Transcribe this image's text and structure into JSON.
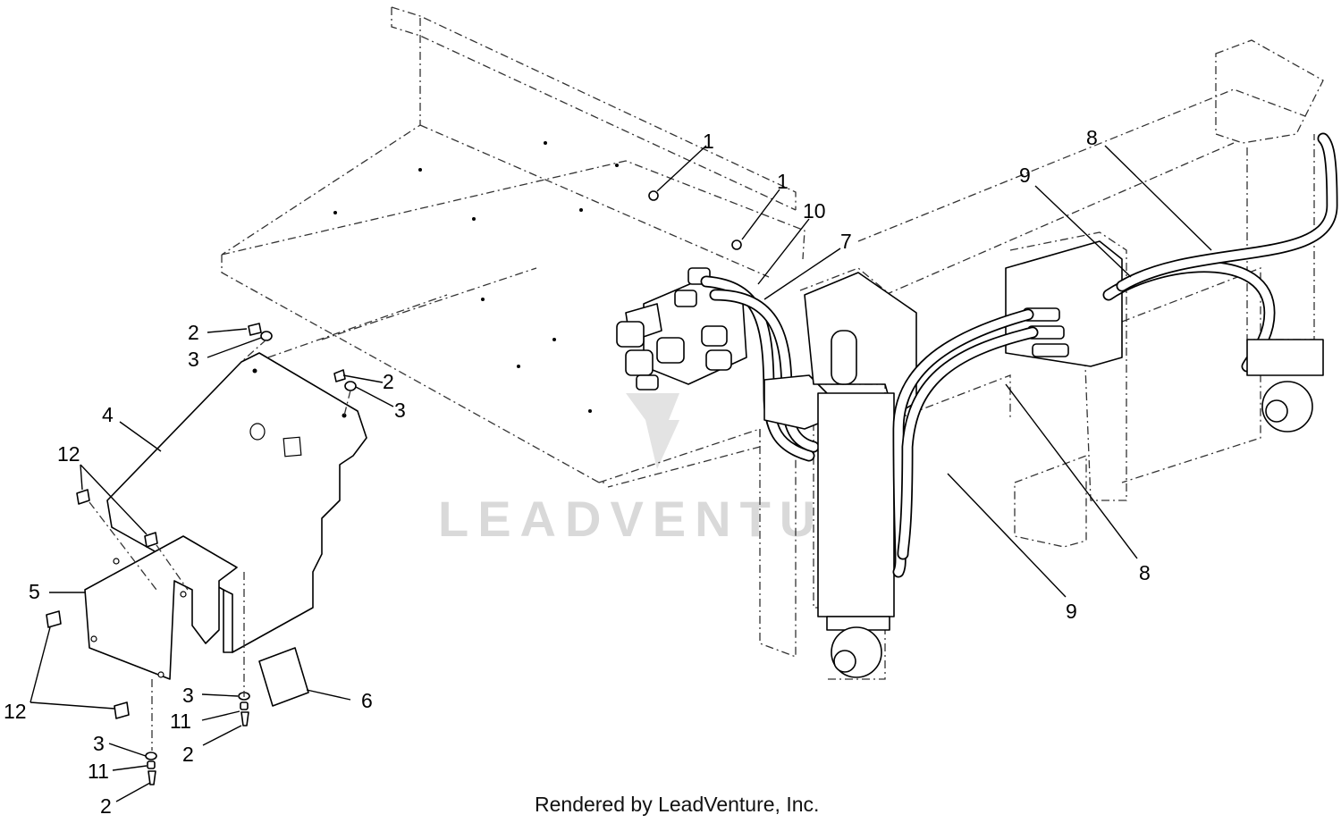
{
  "callouts": [
    {
      "id": "c1a",
      "label": "1"
    },
    {
      "id": "c1b",
      "label": "1"
    },
    {
      "id": "c10",
      "label": "10"
    },
    {
      "id": "c7",
      "label": "7"
    },
    {
      "id": "c8a",
      "label": "8"
    },
    {
      "id": "c9a",
      "label": "9"
    },
    {
      "id": "c2a",
      "label": "2"
    },
    {
      "id": "c3a",
      "label": "3"
    },
    {
      "id": "c2b",
      "label": "2"
    },
    {
      "id": "c3b",
      "label": "3"
    },
    {
      "id": "c4",
      "label": "4"
    },
    {
      "id": "c12a",
      "label": "12"
    },
    {
      "id": "c5",
      "label": "5"
    },
    {
      "id": "c12b",
      "label": "12"
    },
    {
      "id": "c3c",
      "label": "3"
    },
    {
      "id": "c11a",
      "label": "11"
    },
    {
      "id": "c2c",
      "label": "2"
    },
    {
      "id": "c6",
      "label": "6"
    },
    {
      "id": "c3d",
      "label": "3"
    },
    {
      "id": "c11b",
      "label": "11"
    },
    {
      "id": "c2d",
      "label": "2"
    },
    {
      "id": "c8b",
      "label": "8"
    },
    {
      "id": "c9b",
      "label": "9"
    }
  ],
  "watermark": "LEADVENTURE",
  "footer": "Rendered by LeadVenture, Inc."
}
